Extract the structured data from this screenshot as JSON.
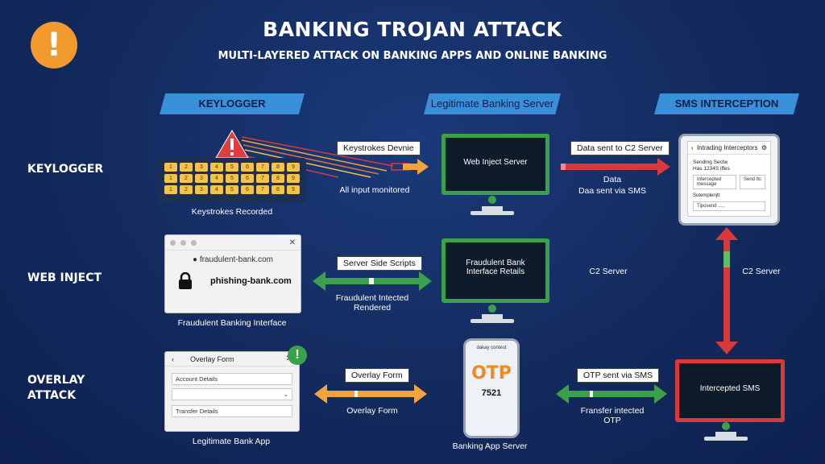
{
  "header": {
    "title": "BANKING TROJAN ATTACK",
    "subtitle": "MULTI-LAYERED ATTACK ON BANKING APPS AND ONLINE BANKING",
    "warning_glyph": "!"
  },
  "columns": {
    "keylogger": "KEYLOGGER",
    "server": "Legitimate Banking Server",
    "sms": "SMS INTERCEPTION"
  },
  "rows": {
    "keylogger": "KEYLOGGER",
    "web_inject": "WEB INJECT",
    "overlay": [
      "OVERLAY",
      "ATTACK"
    ]
  },
  "keylogger_row": {
    "keys_row1": [
      "1",
      "2",
      "3",
      "4",
      "5",
      "6",
      "7",
      "8",
      "9"
    ],
    "keys_row2": [
      "1",
      "2",
      "3",
      "4",
      "5",
      "6",
      "7",
      "8",
      "9"
    ],
    "keys_row3": [
      "1",
      "2",
      "3",
      "4",
      "5",
      "6",
      "7",
      "8",
      "9"
    ],
    "keyboard_caption": "Keystrokes Recorded",
    "tag_left": "Keystrokes Devnie",
    "caption_left": "All input monitored",
    "monitor_text": "Web Inject Server",
    "tag_right": "Data sent to C2 Server",
    "caption_right_1": "Data",
    "caption_right_2": "Daa sent via SMS",
    "phone_title": "Intrading Interceptors",
    "phone_line1": "Sending Sectw",
    "phone_line2": "Has 1234S iffes",
    "phone_field": "Intercepted message",
    "phone_button": "Send ttc",
    "phone_line3": "Sutemplenjtt",
    "phone_field2": "Tiposend ....."
  },
  "web_inject_row": {
    "browser_url": "fraudulent-bank.com",
    "browser_site": "phishing-bank.com",
    "browser_caption": "Fraudulent Banking Interface",
    "tag": "Server Side Scripts",
    "caption_1": "Fraudulent Intected",
    "caption_2": "Rendered",
    "monitor_text_1": "Fraudulent Bank",
    "monitor_text_2": "Interface Retails",
    "c2_label_center": "C2 Server",
    "c2_label_right": "C2 Server"
  },
  "overlay_row": {
    "form_title": "Overlay Form",
    "field_1": "Account Details",
    "field_2": "",
    "field_3": "Transfer Details",
    "form_caption": "Legitimate Bank App",
    "tag": "Overlay Form",
    "caption": "Overlay Form",
    "phone_header": "dakay contest",
    "otp_label": "OTP",
    "otp_code": "7521",
    "phone_caption": "Banking App Server",
    "tag_right": "OTP sent via SMS",
    "caption_right_1": "Fransfer intected",
    "caption_right_2": "OTP",
    "monitor_text": "Intercepted SMS"
  },
  "colors": {
    "background": "#132a5e",
    "banner": "#3a8fd9",
    "orange_arrow": "#f2a33a",
    "red_arrow": "#d9393a",
    "green_arrow": "#3aa14a",
    "key": "#f3c34a"
  },
  "icons": [
    "warning-icon",
    "alert-triangle-icon",
    "keyboard-icon",
    "lock-icon",
    "close-icon",
    "back-icon",
    "chevron-down-icon",
    "info-icon",
    "monitor-icon",
    "phone-icon"
  ]
}
